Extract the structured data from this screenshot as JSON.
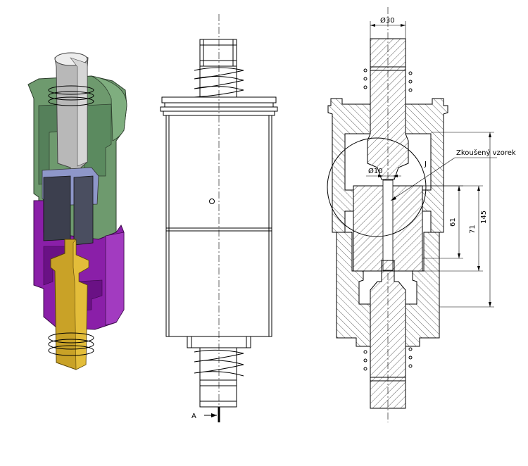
{
  "labels": {
    "diameter_top": "Ø30",
    "diameter_neck": "Ø10",
    "sample_label": "Zkoušený vzorek",
    "detail_mark": "J",
    "section_mark": "A",
    "dim_61": "61",
    "dim_71": "71",
    "dim_145": "145"
  },
  "colors": {
    "green_housing": "#6e9a6e",
    "purple_housing": "#8a1fa8",
    "gold_pin": "#c9a227",
    "grey_rod": "#b8b8b8",
    "dark_block": "#3c3f4e",
    "blue_block": "#8e97c9"
  }
}
